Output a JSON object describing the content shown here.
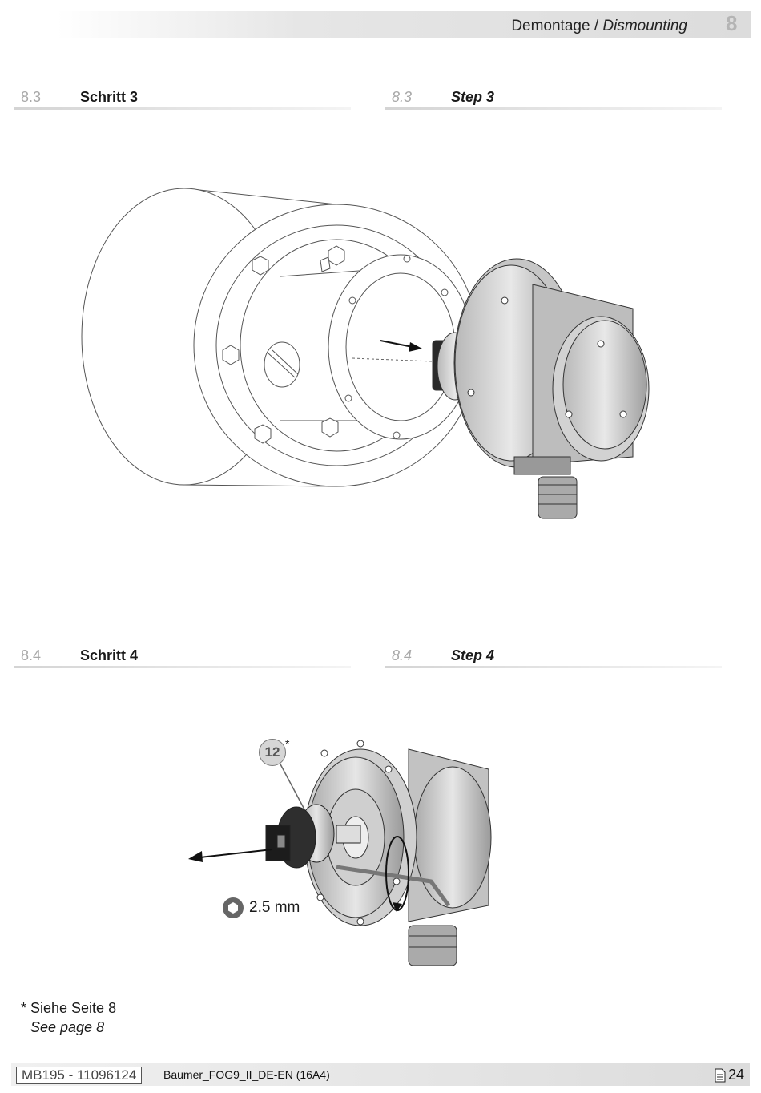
{
  "header": {
    "title_de": "Demontage",
    "separator": " / ",
    "title_en": "Dismounting",
    "chapter": "8"
  },
  "sections": [
    {
      "num": "8.3",
      "title_de": "Schritt 3",
      "title_en": "Step 3"
    },
    {
      "num": "8.4",
      "title_de": "Schritt 4",
      "title_en": "Step 4"
    }
  ],
  "figure_step4": {
    "callout": "12",
    "callout_mark": "*",
    "tool_size": "2.5 mm"
  },
  "footnote": {
    "de": "* Siehe Seite 8",
    "en": "See page 8"
  },
  "footer": {
    "doc_code": "MB195 - 11096124",
    "doc_name": "Baumer_FOG9_II_DE-EN (16A4)",
    "page": "24"
  }
}
